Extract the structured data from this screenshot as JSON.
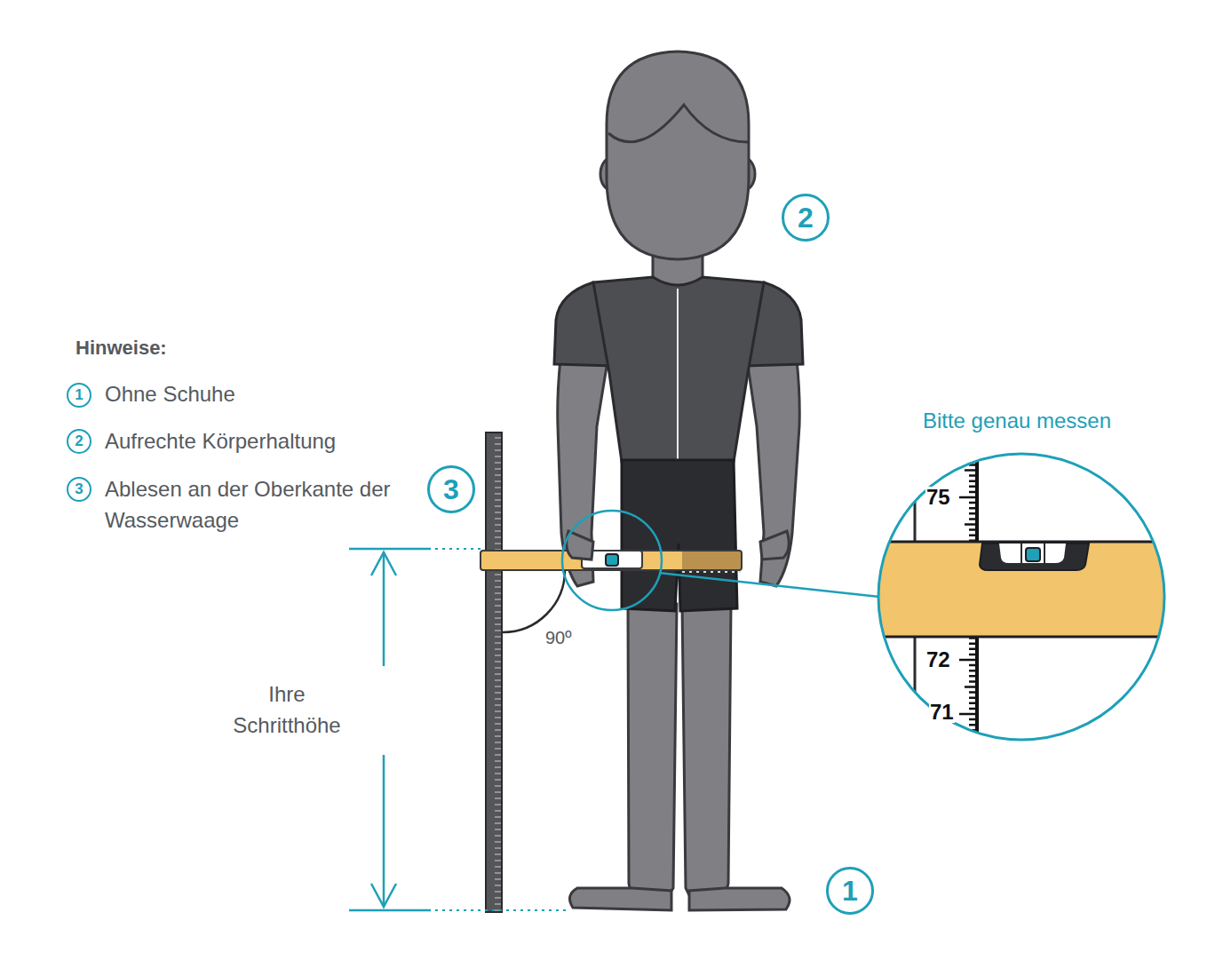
{
  "diagram": {
    "nodes": [
      {
        "text": [
          "2"
        ]
      },
      {
        "text": [
          "1"
        ]
      },
      {
        "text": [
          "2"
        ]
      },
      {
        "text": [
          "3"
        ]
      },
      {
        "text": [
          "3"
        ]
      },
      {
        "text": [
          "Bitte genau messen",
          "75",
          "72",
          "71"
        ]
      },
      {
        "text": [
          "1"
        ]
      }
    ],
    "labels": [
      "Hinweise:",
      "Ohne Schuhe",
      "Aufrechte Körperhaltung",
      "Ablesen an der Oberkante der Wasserwaage",
      "90º",
      "Ihre Schritthöhe"
    ]
  }
}
